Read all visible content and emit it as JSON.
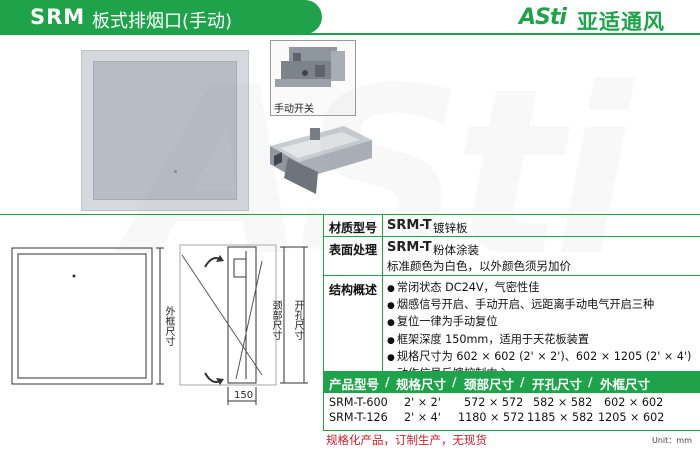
{
  "header": {
    "product_code": "SRM",
    "product_name": "板式排烟口(手动)"
  },
  "brand": {
    "logo_text": "ASti",
    "name": "亚适通风",
    "color": "#1fa34a"
  },
  "photos": {
    "switch_label": "手动开关"
  },
  "drawing": {
    "outer_frame_label": "外框尺寸",
    "neck_label": "颈部尺寸",
    "hole_label": "开孔尺寸",
    "depth_value": "150"
  },
  "specs": {
    "material": {
      "label": "材质型号",
      "model": "SRM-T",
      "value": "镀锌板"
    },
    "surface": {
      "label": "表面处理",
      "model": "SRM-T",
      "value": "粉体涂装",
      "note": "标准颜色为白色，以外颜色须另加价"
    },
    "structure": {
      "label": "结构概述",
      "features": [
        "常闭状态 DC24V，气密性佳",
        "烟感信号开启、手动开启、远距离手动电气开启三种",
        "复位一律为手动复位",
        "框架深度 150mm，适用于天花板装置",
        "规格尺寸为 602 × 602 (2' × 2')、602 × 1205 (2' × 4')",
        "动作信号反馈控制中心"
      ]
    }
  },
  "spec_table": {
    "headers": [
      "产品型号",
      "规格尺寸",
      "颈部尺寸",
      "开孔尺寸",
      "外框尺寸"
    ],
    "separator": "/",
    "rows": [
      [
        "SRM-T-600",
        "2' × 2'",
        "572 × 572",
        "582 × 582",
        "602 × 602"
      ],
      [
        "SRM-T-126",
        "2' × 4'",
        "1180 × 572",
        "1185 × 582",
        "1205 × 602"
      ]
    ]
  },
  "footer": {
    "note": "规格化产品，订制生产，无现货",
    "unit": "Unit：mm"
  }
}
